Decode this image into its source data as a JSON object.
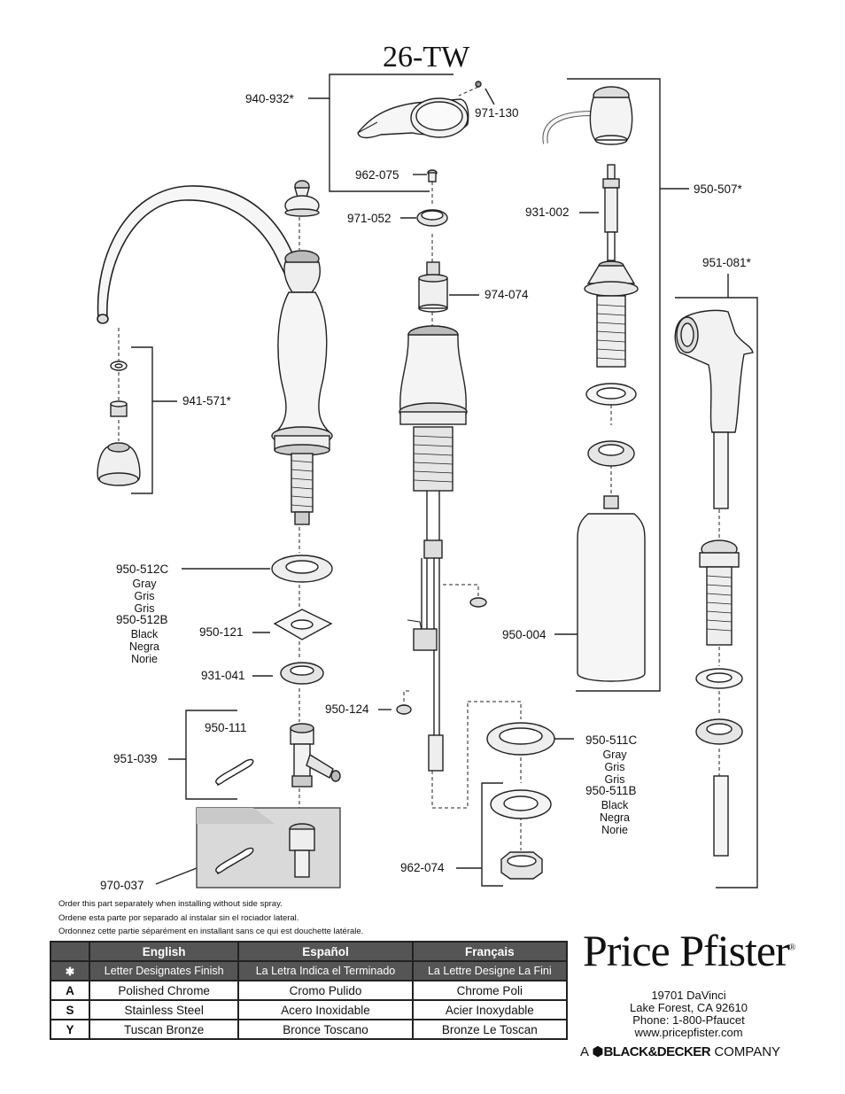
{
  "title": "26-TW",
  "parts": {
    "p940_932": "940-932*",
    "p971_130": "971-130",
    "p962_075": "962-075",
    "p971_052": "971-052",
    "p974_074": "974-074",
    "p931_002": "931-002",
    "p950_507": "950-507*",
    "p951_081": "951-081*",
    "p941_571": "941-571*",
    "p950_512c": "950-512C",
    "p950_512b": "950-512B",
    "p950_121": "950-121",
    "p931_041": "931-041",
    "p950_004": "950-004",
    "p950_124": "950-124",
    "p950_111": "950-111",
    "p951_039": "951-039",
    "p950_511c": "950-511C",
    "p950_511b": "950-511B",
    "p962_074": "962-074",
    "p970_037": "970-037"
  },
  "color_names": {
    "gray": [
      "Gray",
      "Gris",
      "Gris"
    ],
    "black": [
      "Black",
      "Negra",
      "Norie"
    ]
  },
  "notes": [
    "Order this part separately when installing without side spray.",
    "Ordene esta parte por separado al instalar sin el rociador lateral.",
    "Ordonnez cette partie séparément en installant sans ce qui est douchette latérale."
  ],
  "finish_table": {
    "headers": [
      "",
      "English",
      "Español",
      "Français"
    ],
    "legend_symbol": "✱",
    "legend": [
      "Letter Designates Finish",
      "La Letra Indica el Terminado",
      "La Lettre Designe La Fini"
    ],
    "rows": [
      {
        "code": "A",
        "en": "Polished Chrome",
        "es": "Cromo Pulido",
        "fr": "Chrome Poli"
      },
      {
        "code": "S",
        "en": "Stainless Steel",
        "es": "Acero Inoxidable",
        "fr": "Acier Inoxydable"
      },
      {
        "code": "Y",
        "en": "Tuscan Bronze",
        "es": "Bronce Toscano",
        "fr": "Bronze Le Toscan"
      }
    ]
  },
  "brand": {
    "name": "Price Pfister",
    "address": [
      "19701 DaVinci",
      "Lake Forest, CA 92610",
      "Phone: 1-800-Pfaucet",
      "www.pricepfister.com"
    ],
    "company_prefix": "A",
    "company_name": "BLACK&DECKER",
    "company_suffix": "COMPANY"
  }
}
